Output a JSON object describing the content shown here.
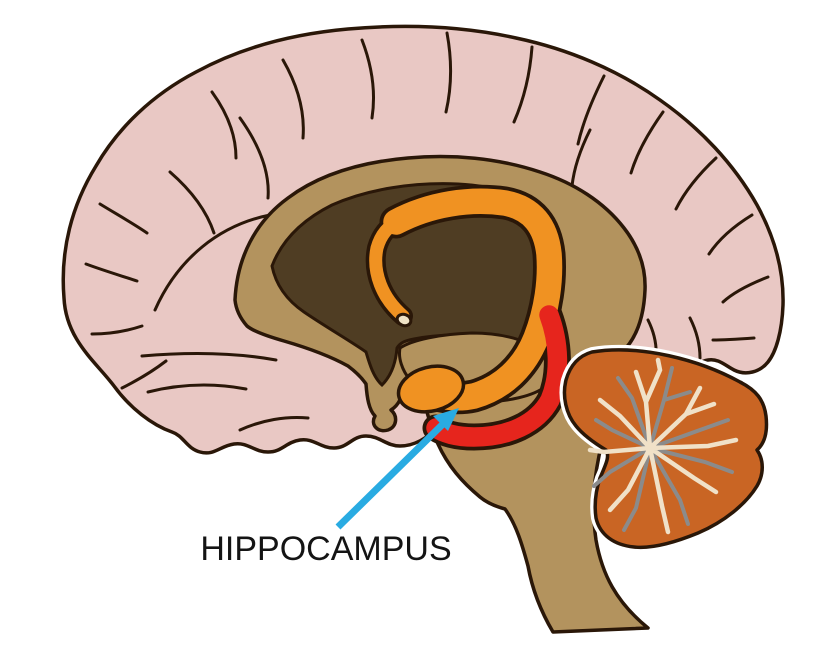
{
  "figure": {
    "label": "HIPPOCAMPUS"
  },
  "colors": {
    "background": "#ffffff",
    "outline": "#2a1708",
    "cerebrum_pink": "#e9c8c4",
    "white_matter_tan": "#b3935e",
    "ventricle_brown": "#4f3d23",
    "fornix_orange": "#f09222",
    "hippocampus_red": "#e6251d",
    "cerebellum_orange": "#c96524",
    "arbor_gray": "#8b8b8b",
    "arbor_cream": "#f0e1c8",
    "commissure_cream": "#f0e3c6",
    "arrow_cyan": "#29abe2",
    "label_color": "#141414"
  },
  "regions": [
    {
      "name": "cerebrum"
    },
    {
      "name": "white-matter-and-brainstem"
    },
    {
      "name": "ventricle-region"
    },
    {
      "name": "thalamus"
    },
    {
      "name": "fornix"
    },
    {
      "name": "hippocampus"
    },
    {
      "name": "amygdala"
    },
    {
      "name": "anterior-commissure"
    },
    {
      "name": "cerebellum"
    }
  ]
}
